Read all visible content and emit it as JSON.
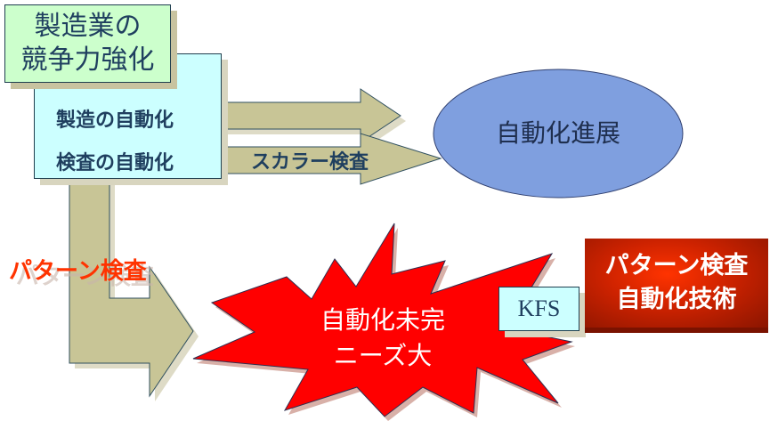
{
  "title_box": {
    "line1": "製造業の",
    "line2": "競争力強化"
  },
  "automation_box": {
    "item1": "製造の自動化",
    "item2": "検査の自動化"
  },
  "arrow_label_scalar": "スカラー検査",
  "ellipse_label": "自動化進展",
  "pattern_label": "パターン検査",
  "burst": {
    "line1": "自動化未完",
    "line2": "ニーズ大"
  },
  "kfs_label": "KFS",
  "tech_box": {
    "line1": "パターン検査",
    "line2": "自動化技術"
  },
  "colors": {
    "arrow": "#c8c596",
    "ellipse": "#7f9fdf",
    "burst": "#ff0000",
    "pattern_text": "#ff3300",
    "tech_box": "#cc2200"
  }
}
